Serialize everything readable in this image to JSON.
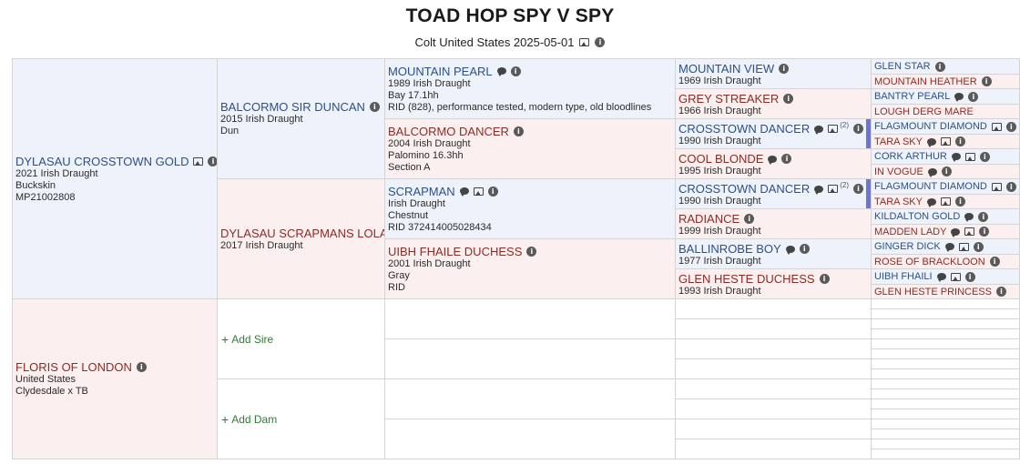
{
  "header": {
    "title": "TOAD HOP SPY V SPY",
    "subtitle": "Colt United States 2025-05-01"
  },
  "gen1": {
    "sire": {
      "name": "DYLASAU CROSSTOWN GOLD",
      "d1": "2021 Irish Draught",
      "d2": "Buckskin",
      "d3": "MP21002808"
    },
    "dam": {
      "name": "FLORIS OF LONDON",
      "d1": "United States",
      "d2": "Clydesdale x TB"
    }
  },
  "gen2": {
    "ss": {
      "name": "BALCORMO SIR DUNCAN",
      "d1": "2015 Irish Draught",
      "d2": "Dun"
    },
    "sd": {
      "name": "DYLASAU SCRAPMANS LOLA",
      "d1": "2017 Irish Draught"
    },
    "add_sire": "Add Sire",
    "add_dam": "Add Dam"
  },
  "gen3": {
    "sss": {
      "name": "MOUNTAIN PEARL",
      "d1": "1989 Irish Draught",
      "d2": "Bay 17.1hh",
      "d3": "RID (828), performance tested, modern type, old bloodlines"
    },
    "ssd": {
      "name": "BALCORMO DANCER",
      "d1": "2004 Irish Draught",
      "d2": "Palomino 16.3hh",
      "d3": "Section A"
    },
    "sds": {
      "name": "SCRAPMAN",
      "d1": "Irish Draught",
      "d2": "Chestnut",
      "d3": "RID 372414005028434"
    },
    "sdd": {
      "name": "UIBH FHAILE DUCHESS",
      "d1": "2001 Irish Draught",
      "d2": "Gray",
      "d3": "RID"
    }
  },
  "gen4": [
    {
      "name": "MOUNTAIN VIEW",
      "d1": "1969 Irish Draught"
    },
    {
      "name": "GREY STREAKER",
      "d1": "1966 Irish Draught"
    },
    {
      "name": "CROSSTOWN DANCER",
      "d1": "1990 Irish Draught",
      "count": "(2)"
    },
    {
      "name": "COOL BLONDE",
      "d1": "1995 Irish Draught"
    },
    {
      "name": "CROSSTOWN DANCER",
      "d1": "1990 Irish Draught",
      "count": "(2)"
    },
    {
      "name": "RADIANCE",
      "d1": "1999 Irish Draught"
    },
    {
      "name": "BALLINROBE BOY",
      "d1": "1977 Irish Draught"
    },
    {
      "name": "GLEN HESTE DUCHESS",
      "d1": "1993 Irish Draught"
    }
  ],
  "gen5": [
    "GLEN STAR",
    "MOUNTAIN HEATHER",
    "BANTRY PEARL",
    "LOUGH DERG MARE",
    "FLAGMOUNT DIAMOND",
    "TARA SKY",
    "CORK ARTHUR",
    "IN VOGUE",
    "FLAGMOUNT DIAMOND",
    "TARA SKY",
    "KILDALTON GOLD",
    "MADDEN LADY",
    "GINGER DICK",
    "ROSE OF BRACKLOON",
    "UIBH FHAILI",
    "GLEN HESTE PRINCESS"
  ],
  "icons": {
    "info": "i"
  }
}
